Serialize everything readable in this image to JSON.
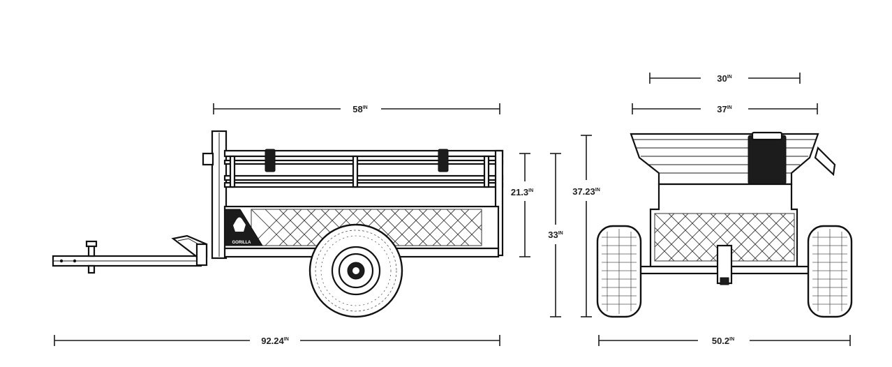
{
  "brand": {
    "logo_text": "GORILLA"
  },
  "unit_suffix": "IN",
  "dimensions": {
    "side_bed_length": "58",
    "side_overall_length": "92.24",
    "side_bed_depth": "21.3",
    "side_height": "33",
    "rear_inner_width": "30",
    "rear_bed_width": "37",
    "rear_height": "37.23",
    "rear_overall_width": "50.2"
  }
}
